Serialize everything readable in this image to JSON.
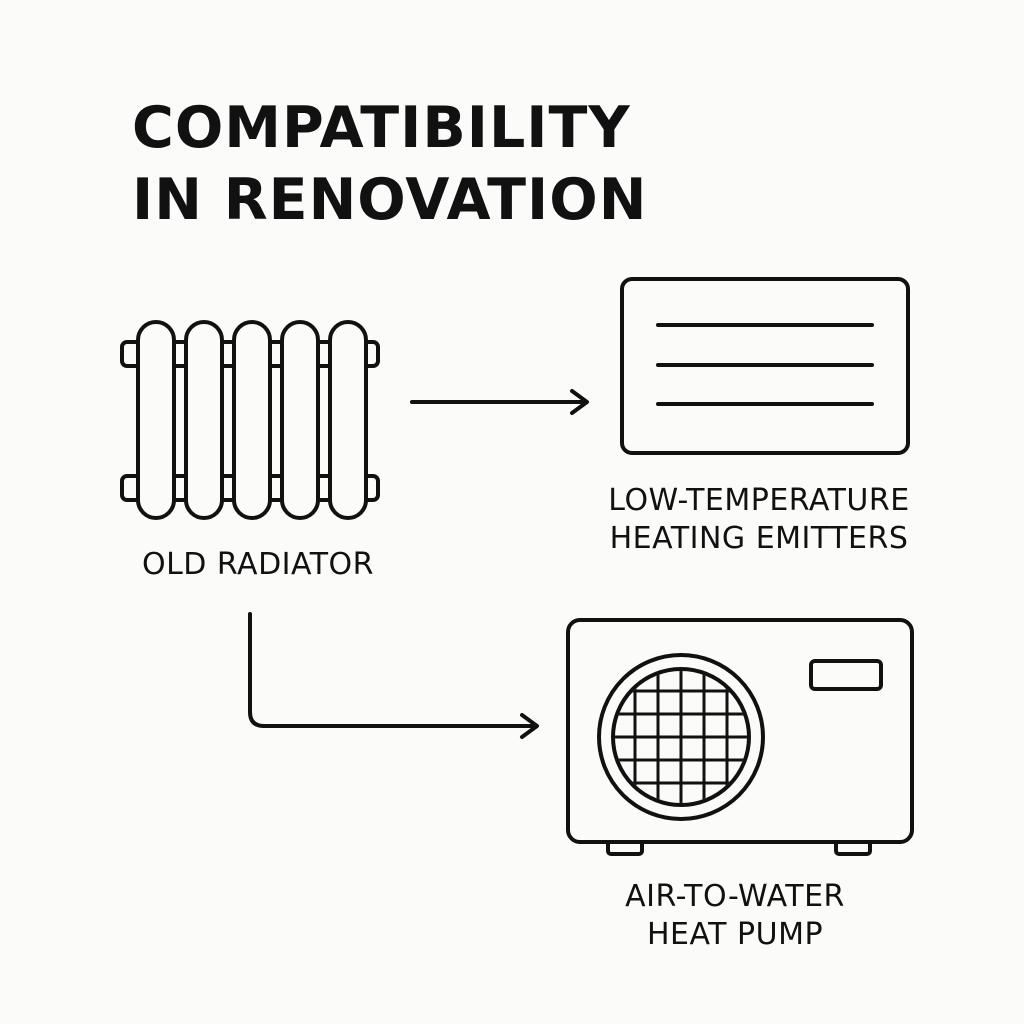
{
  "title": {
    "line1": "COMPATIBILITY",
    "line2": "IN RENOVATION"
  },
  "nodes": {
    "old_radiator": {
      "label": "OLD RADIATOR",
      "icon": "radiator-icon"
    },
    "low_temp_emitters": {
      "line1": "LOW-TEMPERATURE",
      "line2": "HEATING EMITTERS",
      "icon": "low-temperature-panel-icon"
    },
    "heat_pump": {
      "line1": "AIR-TO-WATER",
      "line2": "HEAT PUMP",
      "icon": "heat-pump-icon"
    }
  },
  "colors": {
    "ink": "#111111",
    "background": "#fbfbfa"
  }
}
